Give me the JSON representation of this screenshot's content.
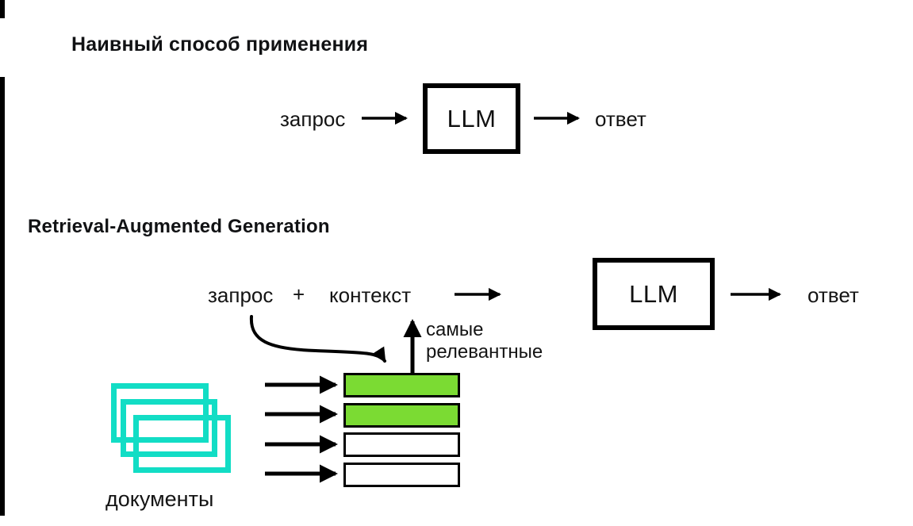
{
  "colors": {
    "ink": "#0d0d0d",
    "box_border": "#000000",
    "highlight_green": "#7bdb33",
    "document_cyan": "#12ddc5",
    "white": "#ffffff"
  },
  "naive_flow": {
    "title": "Наивный способ применения",
    "query": "запрос",
    "llm": "LLM",
    "answer": "ответ"
  },
  "rag_flow": {
    "title": "Retrieval-Augmented Generation",
    "query": "запрос",
    "plus": "+",
    "context": "контекст",
    "llm": "LLM",
    "answer": "ответ",
    "most_relevant_line1": "самые",
    "most_relevant_line2": "релевантные"
  },
  "retrieval_stack": {
    "box_colors": [
      "#7bdb33",
      "#7bdb33",
      "#ffffff",
      "#ffffff"
    ]
  },
  "documents": {
    "label": "документы",
    "outline_color": "#12ddc5",
    "count": 3
  }
}
